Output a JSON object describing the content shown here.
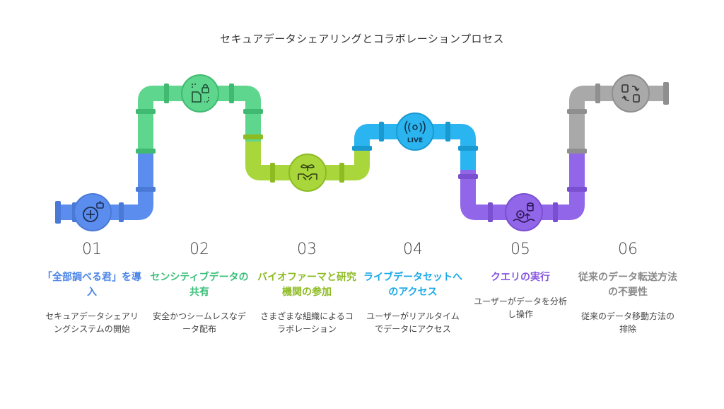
{
  "title": "セキュアデータシェアリングとコラボレーションプロセス",
  "colors": {
    "step1": "#5b8def",
    "step2": "#5fd68e",
    "step3": "#a8d63b",
    "step4": "#2bb5f0",
    "step5": "#9166e8",
    "step6": "#a9a9a9"
  },
  "steps": [
    {
      "num": "01",
      "heading": "「全部調べる君」を導入",
      "desc": "セキュアデータシェアリングシステムの開始",
      "icon": "robot-plus-icon"
    },
    {
      "num": "02",
      "heading": "センシティブデータの共有",
      "desc": "安全かつシームレスなデータ配布",
      "icon": "secure-document-icon"
    },
    {
      "num": "03",
      "heading": "バイオファーマと研究機関の参加",
      "desc": "さまざまな組織によるコラボレーション",
      "icon": "handshake-plant-icon"
    },
    {
      "num": "04",
      "heading": "ライブデータセットへのアクセス",
      "desc": "ユーザーがリアルタイムでデータにアクセス",
      "icon": "live-broadcast-icon"
    },
    {
      "num": "05",
      "heading": "クエリの実行",
      "desc": "ユーザーがデータを分析し操作",
      "icon": "database-query-icon"
    },
    {
      "num": "06",
      "heading": "従来のデータ転送方法の不要性",
      "desc": "従来のデータ移動方法の排除",
      "icon": "transfer-swap-icon"
    }
  ]
}
